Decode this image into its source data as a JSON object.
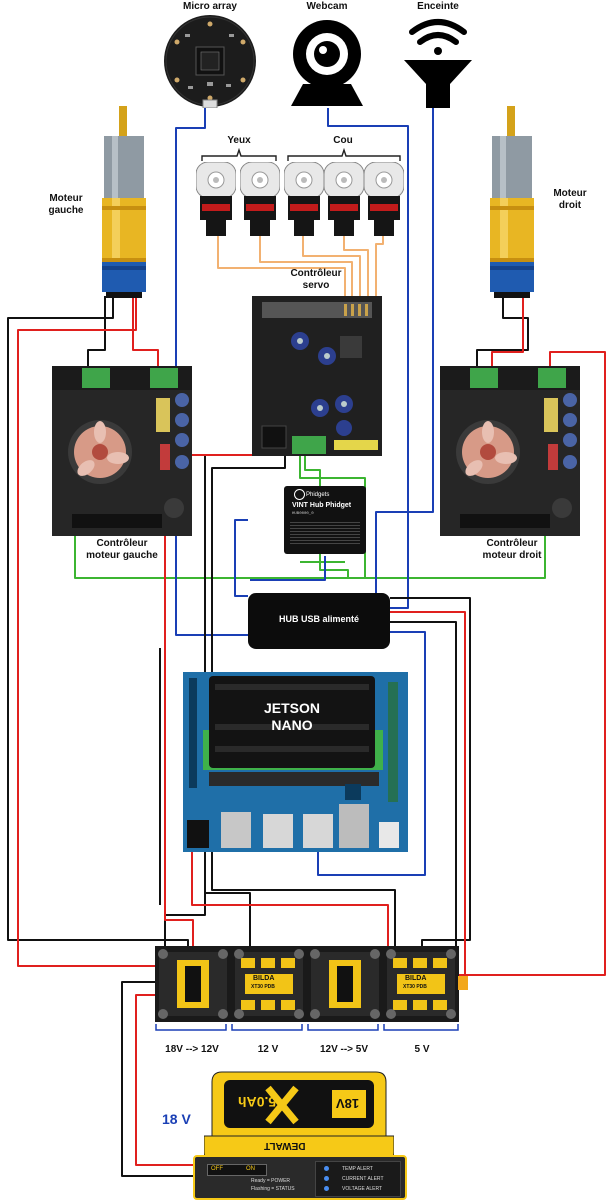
{
  "top": {
    "micro_label": "Micro array",
    "webcam_label": "Webcam",
    "speaker_label": "Enceinte"
  },
  "servos": {
    "eyes_label": "Yeux",
    "neck_label": "Cou",
    "controller_label_1": "Contrôleur",
    "controller_label_2": "servo"
  },
  "motors": {
    "left_1": "Moteur",
    "left_2": "gauche",
    "right_1": "Moteur",
    "right_2": "droit"
  },
  "motor_controllers": {
    "left_1": "Contrôleur",
    "left_2": "moteur gauche",
    "right_1": "Contrôleur",
    "right_2": "moteur droit"
  },
  "phidget": {
    "brand": "Phidgets",
    "title": "VINT Hub Phidget",
    "model": "HUB0000_0"
  },
  "usb_hub": {
    "label": "HUB USB alimenté"
  },
  "jetson": {
    "line1": "JETSON",
    "line2": "NANO"
  },
  "power": {
    "xt30_brand": "BILDA",
    "xt30_model": "XT30 PDB",
    "labels": [
      "18V --> 12V",
      "12 V",
      "12V --> 5V",
      "5 V"
    ],
    "battery_voltage": "18 V",
    "battery_brand": "DEWALT",
    "battery_text": "18V",
    "battery_capacity": "5.0Ah",
    "switch_off": "OFF",
    "switch_on": "ON",
    "status_1": "Ready = POWER",
    "status_2": "Flashing = STATUS",
    "alert_1": "TEMP ALERT",
    "alert_2": "CURRENT ALERT",
    "alert_3": "VOLTAGE ALERT"
  },
  "colors": {
    "wire_black": "#111111",
    "wire_red": "#e0201e",
    "wire_blue": "#1a3fb5",
    "wire_green": "#3cb531",
    "wire_orange": "#f2b171",
    "label_blue": "#1a3fb5",
    "dewalt_yellow": "#f6c917"
  }
}
